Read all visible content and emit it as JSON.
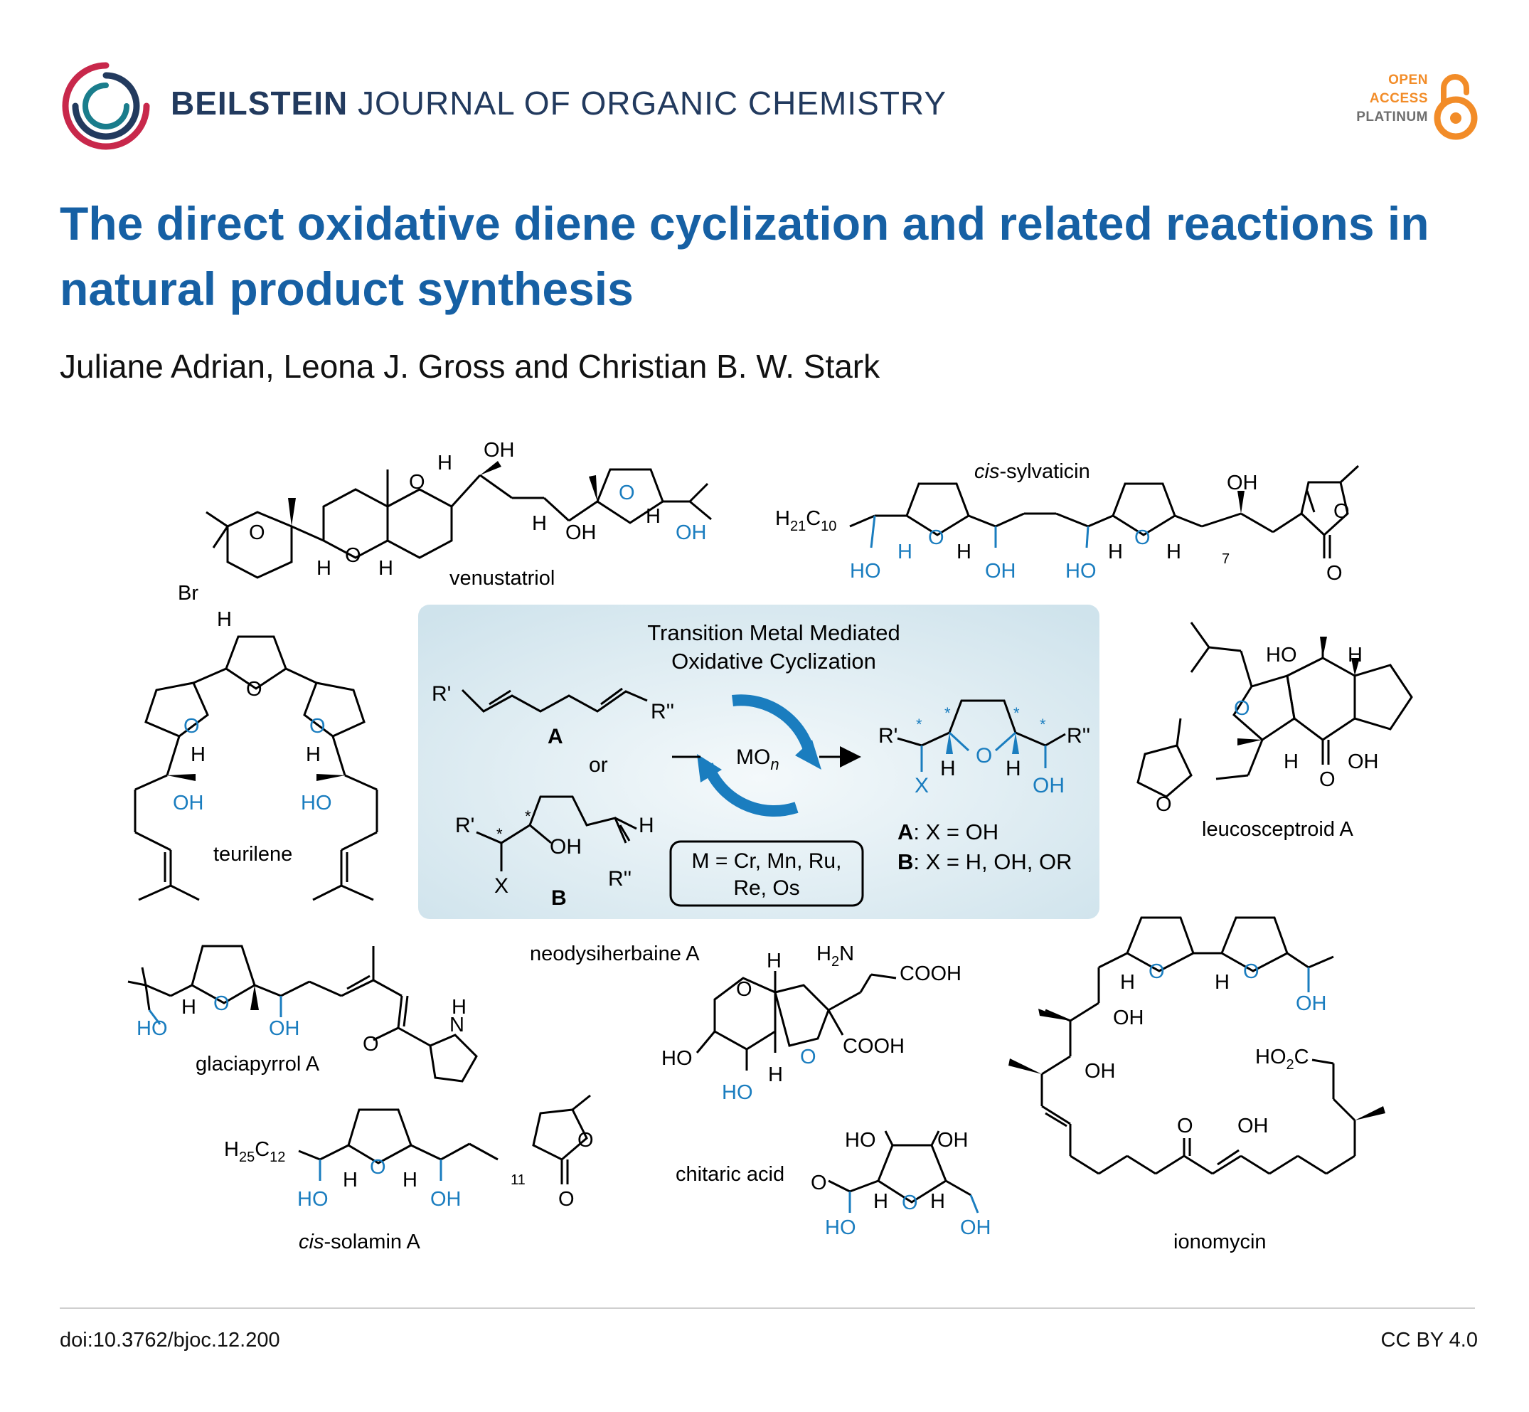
{
  "journal": {
    "name_bold": "BEILSTEIN",
    "name_rest": "JOURNAL OF ORGANIC CHEMISTRY",
    "open_access": [
      "OPEN",
      "ACCESS",
      "PLATINUM"
    ],
    "colors": {
      "navy": "#223a5e",
      "blue": "#1660a4",
      "orange": "#f28c28",
      "crimson": "#c8284b",
      "teal": "#1a7d8c"
    }
  },
  "article": {
    "title": "The direct oxidative diene cyclization and related reactions in natural product synthesis",
    "authors": "Juliane Adrian, Leona J. Gross and Christian B. W. Stark",
    "doi": "doi:10.3762/bjoc.12.200",
    "license": "CC BY 4.0"
  },
  "figure": {
    "highlight_color": "#1a7dbf",
    "compounds": {
      "venustatriol": "venustatriol",
      "cis_sylvaticin_prefix": "cis",
      "cis_sylvaticin_name": "-sylvaticin",
      "teurilene": "teurilene",
      "leucosceptroid": "leucosceptroid A",
      "glaciapyrrol": "glaciapyrrol A",
      "neodysiherbaine": "neodysiherbaine A",
      "cis_solamin_prefix": "cis",
      "cis_solamin_name": "-solamin A",
      "chitaric": "chitaric acid",
      "ionomycin": "ionomycin"
    },
    "scheme": {
      "title_line1": "Transition Metal Mediated",
      "title_line2": "Oxidative Cyclization",
      "reagent": "MO",
      "reagent_sub": "n",
      "or": "or",
      "label_a": "A",
      "label_b": "B",
      "metals_line1": "M = Cr, Mn, Ru,",
      "metals_line2": "Re, Os",
      "result_a": ": X = OH",
      "result_b": ": X = H, OH, OR",
      "r1": "R'",
      "r2": "R''",
      "x": "X",
      "oh": "OH",
      "h": "H",
      "o": "O",
      "star": "*"
    },
    "atoms": {
      "oh": "OH",
      "ho": "HO",
      "h": "H",
      "o": "O",
      "br": "Br",
      "n": "N",
      "cooh": "COOH",
      "h2n": "H",
      "h2n_sub": "2",
      "h2n_n": "N",
      "h21c10": "H",
      "h21c10_sub1": "21",
      "h21c10_c": "C",
      "h21c10_sub2": "10",
      "h25c12": "H",
      "h25c12_sub1": "25",
      "h25c12_c": "C",
      "h25c12_sub2": "12",
      "ho2c": "HO",
      "ho2c_sub": "2",
      "ho2c_c": "C",
      "n7": "7",
      "n11": "11"
    }
  }
}
